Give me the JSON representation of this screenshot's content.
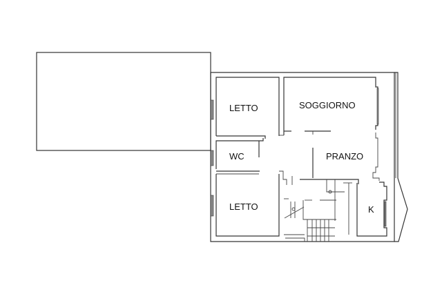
{
  "plan": {
    "type": "floor-plan",
    "colors": {
      "wall": "#333333",
      "window": "#8a8a8a",
      "background": "#ffffff"
    },
    "rooms": [
      {
        "id": "letto-top",
        "label": "LETTO"
      },
      {
        "id": "soggiorno",
        "label": "SOGGIORNO"
      },
      {
        "id": "wc",
        "label": "WC"
      },
      {
        "id": "pranzo",
        "label": "PRANZO"
      },
      {
        "id": "letto-bottom",
        "label": "LETTO"
      },
      {
        "id": "cucina",
        "label": "K"
      }
    ]
  }
}
